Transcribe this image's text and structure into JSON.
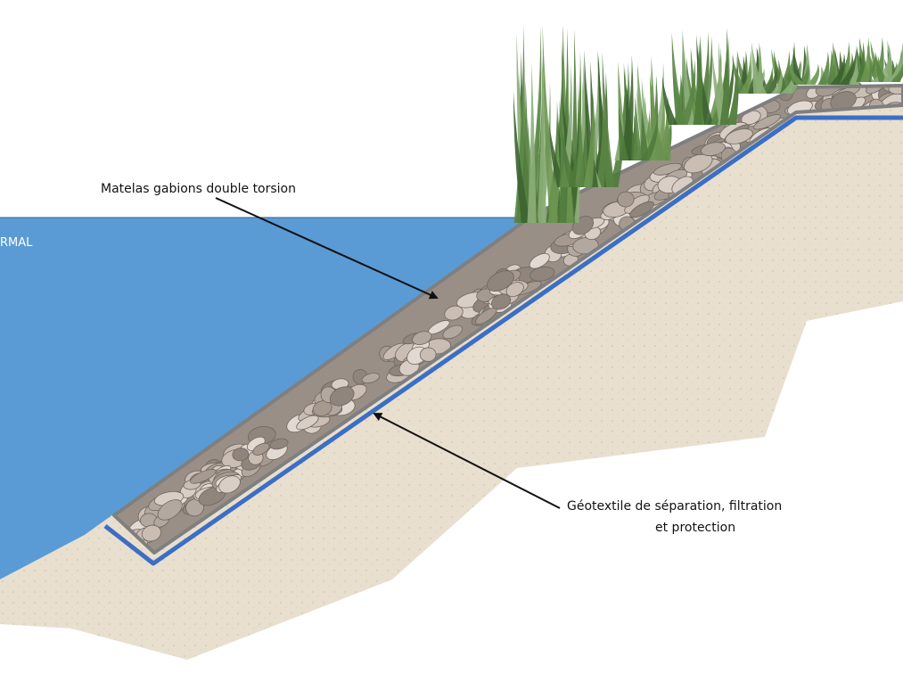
{
  "water_level_label": "RMAL",
  "labels": {
    "gabion": "Matelas gabions double torsion",
    "geotextile_line1": "Géotextile de séparation, filtration",
    "geotextile_line2": "et protection"
  },
  "colors": {
    "water": "#5a9bd5",
    "soil": "#e7dccb",
    "geotextile": "#3b6fc4",
    "gabion_frame": "#7f7f7f",
    "vegetation": "#4f7a3a",
    "text": "#111111"
  }
}
